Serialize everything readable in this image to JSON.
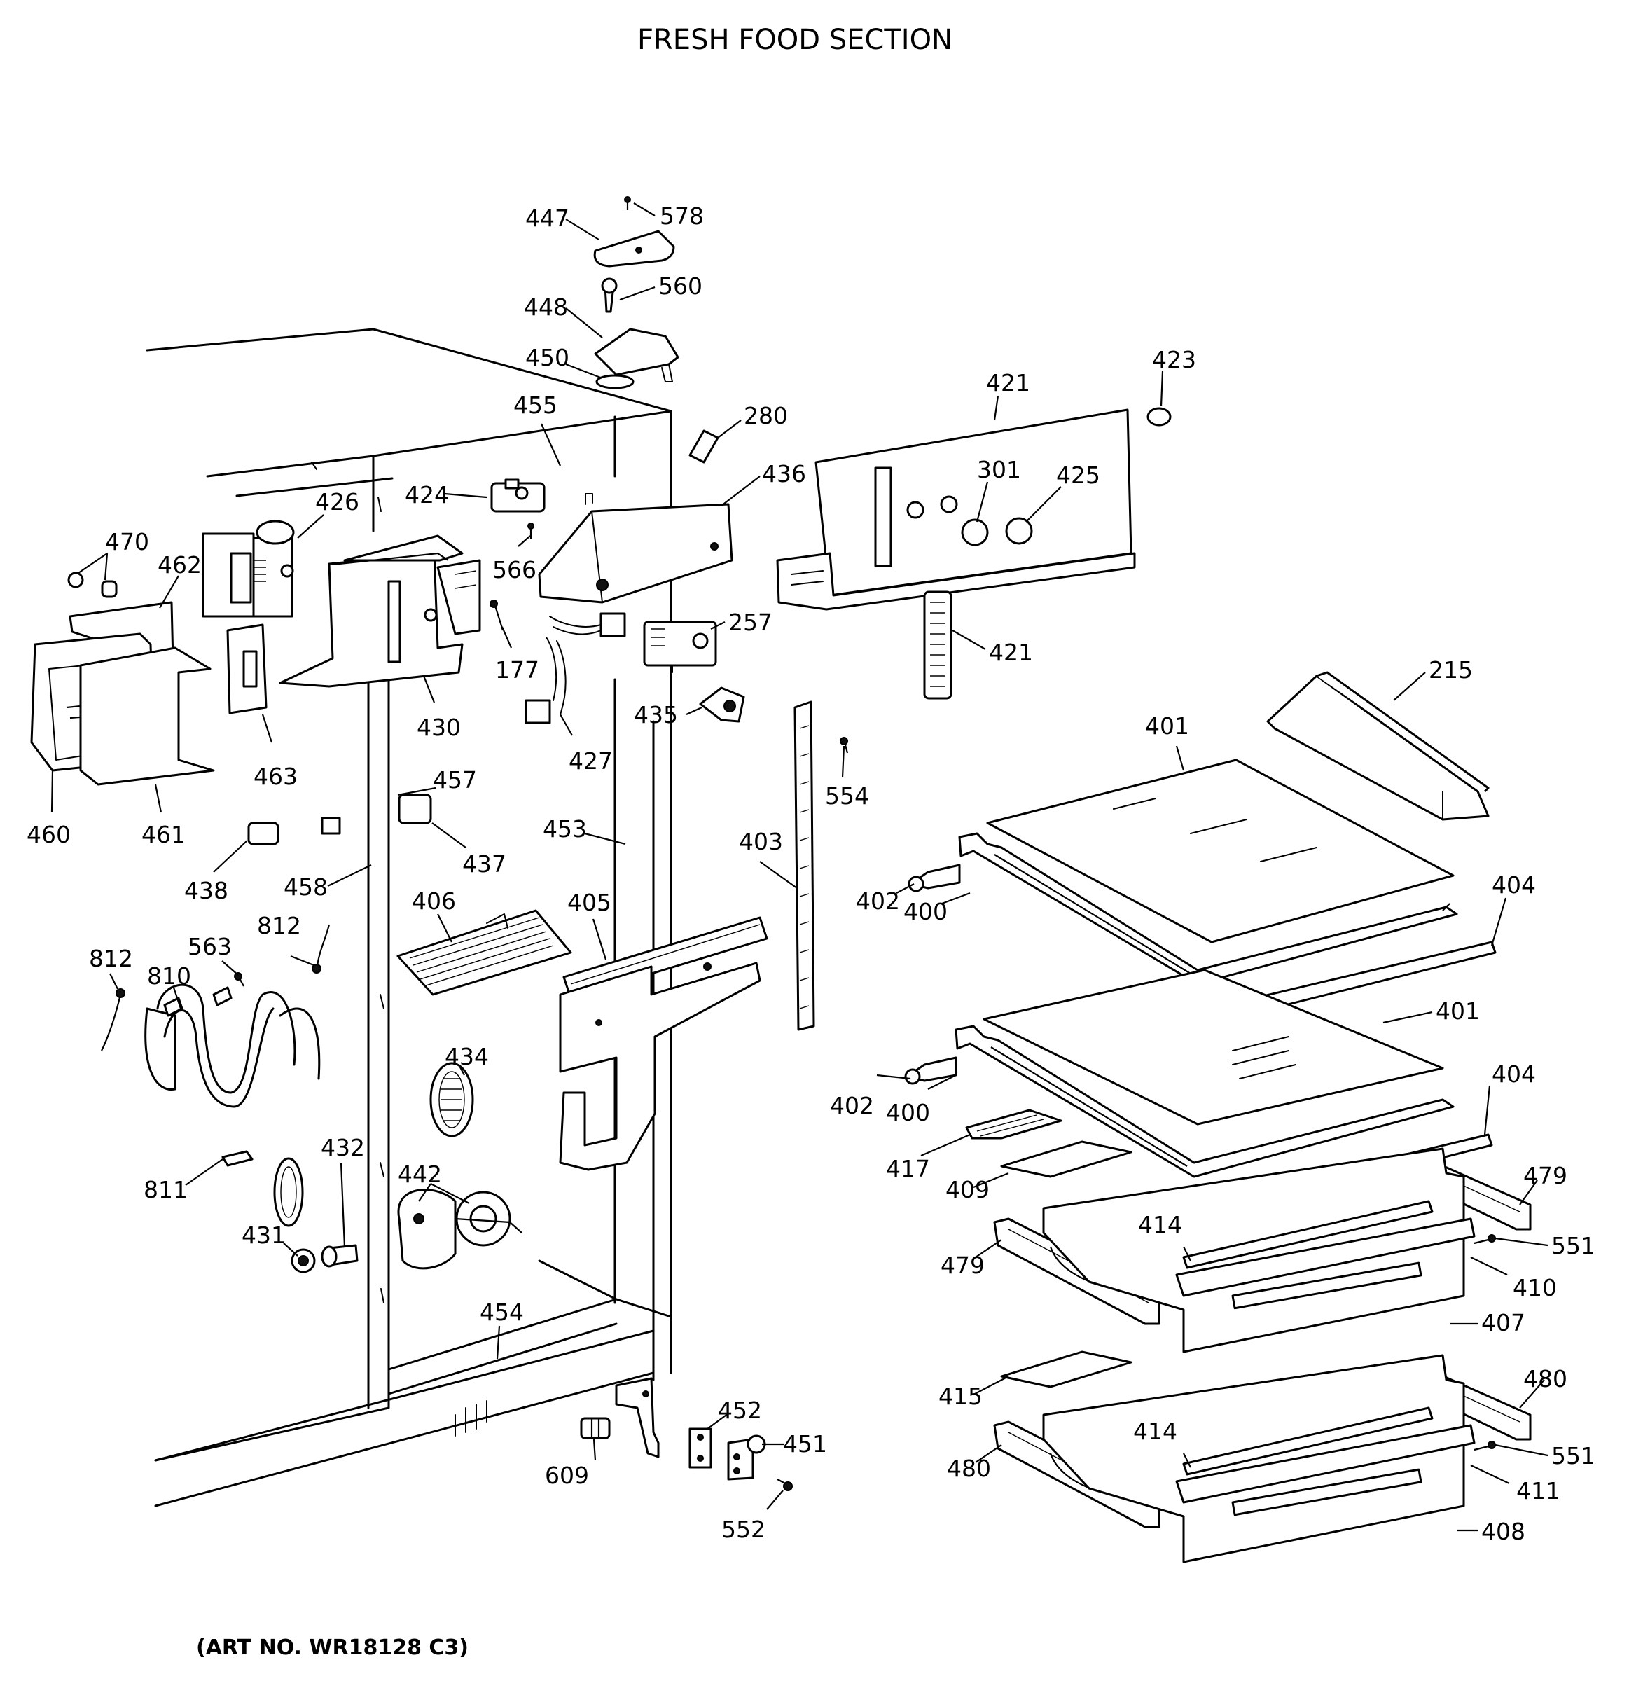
{
  "title": "FRESH FOOD SECTION",
  "art_number": "(ART NO. WR18128 C3)",
  "callouts": [
    {
      "id": "c447",
      "text": "447"
    },
    {
      "id": "c578",
      "text": "578"
    },
    {
      "id": "c560",
      "text": "560"
    },
    {
      "id": "c448",
      "text": "448"
    },
    {
      "id": "c450",
      "text": "450"
    },
    {
      "id": "c455",
      "text": "455"
    },
    {
      "id": "c280",
      "text": "280"
    },
    {
      "id": "c421a",
      "text": "421"
    },
    {
      "id": "c423",
      "text": "423"
    },
    {
      "id": "c301",
      "text": "301"
    },
    {
      "id": "c425",
      "text": "425"
    },
    {
      "id": "c436",
      "text": "436"
    },
    {
      "id": "c424",
      "text": "424"
    },
    {
      "id": "c426",
      "text": "426"
    },
    {
      "id": "c470",
      "text": "470"
    },
    {
      "id": "c462",
      "text": "462"
    },
    {
      "id": "c566",
      "text": "566"
    },
    {
      "id": "c257",
      "text": "257"
    },
    {
      "id": "c177",
      "text": "177"
    },
    {
      "id": "c421b",
      "text": "421"
    },
    {
      "id": "c215",
      "text": "215"
    },
    {
      "id": "c430",
      "text": "430"
    },
    {
      "id": "c435",
      "text": "435"
    },
    {
      "id": "c401a",
      "text": "401"
    },
    {
      "id": "c427",
      "text": "427"
    },
    {
      "id": "c554",
      "text": "554"
    },
    {
      "id": "c463",
      "text": "463"
    },
    {
      "id": "c457",
      "text": "457"
    },
    {
      "id": "c460",
      "text": "460"
    },
    {
      "id": "c461",
      "text": "461"
    },
    {
      "id": "c453",
      "text": "453"
    },
    {
      "id": "c403",
      "text": "403"
    },
    {
      "id": "c437",
      "text": "437"
    },
    {
      "id": "c438",
      "text": "438"
    },
    {
      "id": "c458",
      "text": "458"
    },
    {
      "id": "c402a",
      "text": "402"
    },
    {
      "id": "c400a",
      "text": "400"
    },
    {
      "id": "c404a",
      "text": "404"
    },
    {
      "id": "c406",
      "text": "406"
    },
    {
      "id": "c405",
      "text": "405"
    },
    {
      "id": "c812a",
      "text": "812"
    },
    {
      "id": "c563",
      "text": "563"
    },
    {
      "id": "c812b",
      "text": "812"
    },
    {
      "id": "c810",
      "text": "810"
    },
    {
      "id": "c401b",
      "text": "401"
    },
    {
      "id": "c434",
      "text": "434"
    },
    {
      "id": "c404b",
      "text": "404"
    },
    {
      "id": "c402b",
      "text": "402"
    },
    {
      "id": "c400b",
      "text": "400"
    },
    {
      "id": "c432",
      "text": "432"
    },
    {
      "id": "c417",
      "text": "417"
    },
    {
      "id": "c479a",
      "text": "479"
    },
    {
      "id": "c811",
      "text": "811"
    },
    {
      "id": "c442",
      "text": "442"
    },
    {
      "id": "c409",
      "text": "409"
    },
    {
      "id": "c414a",
      "text": "414"
    },
    {
      "id": "c551a",
      "text": "551"
    },
    {
      "id": "c431",
      "text": "431"
    },
    {
      "id": "c479b",
      "text": "479"
    },
    {
      "id": "c410",
      "text": "410"
    },
    {
      "id": "c454",
      "text": "454"
    },
    {
      "id": "c407",
      "text": "407"
    },
    {
      "id": "c480a",
      "text": "480"
    },
    {
      "id": "c415",
      "text": "415"
    },
    {
      "id": "c452",
      "text": "452"
    },
    {
      "id": "c414b",
      "text": "414"
    },
    {
      "id": "c451",
      "text": "451"
    },
    {
      "id": "c551b",
      "text": "551"
    },
    {
      "id": "c609",
      "text": "609"
    },
    {
      "id": "c480b",
      "text": "480"
    },
    {
      "id": "c411",
      "text": "411"
    },
    {
      "id": "c552",
      "text": "552"
    },
    {
      "id": "c408",
      "text": "408"
    }
  ]
}
